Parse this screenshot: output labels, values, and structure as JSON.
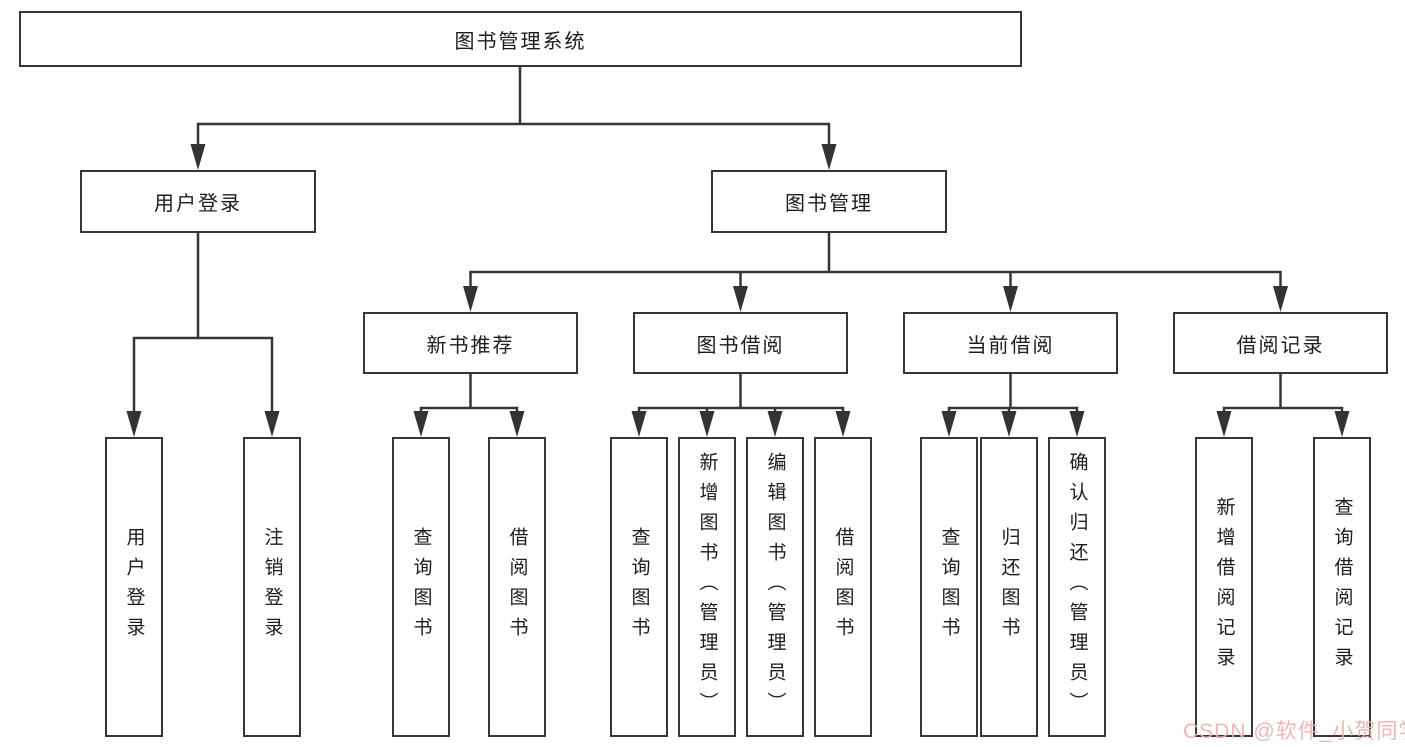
{
  "diagram": {
    "root": {
      "label": "图书管理系统"
    },
    "level2": [
      {
        "label": "用户登录"
      },
      {
        "label": "图书管理"
      }
    ],
    "level3": [
      {
        "label": "新书推荐"
      },
      {
        "label": "图书借阅"
      },
      {
        "label": "当前借阅"
      },
      {
        "label": "借阅记录"
      }
    ],
    "leaves": {
      "user_login": [
        "用户登录",
        "注销登录"
      ],
      "new_book": [
        "查询图书",
        "借阅图书"
      ],
      "book_borrow": [
        "查询图书",
        "新增图书（管理员）",
        "编辑图书（管理员）",
        "借阅图书"
      ],
      "current_borrow": [
        "查询图书",
        "归还图书",
        "确认归还（管理员）"
      ],
      "borrow_records": [
        "新增借阅记录",
        "查询借阅记录"
      ]
    }
  },
  "watermark": {
    "text": "CSDN @软件_小贺同学",
    "color": "#f0b0aa"
  },
  "colors": {
    "line": "#363636",
    "arrow": "#333333",
    "box_border": "#363636",
    "text": "#1c1c1c",
    "background": "#ffffff"
  }
}
